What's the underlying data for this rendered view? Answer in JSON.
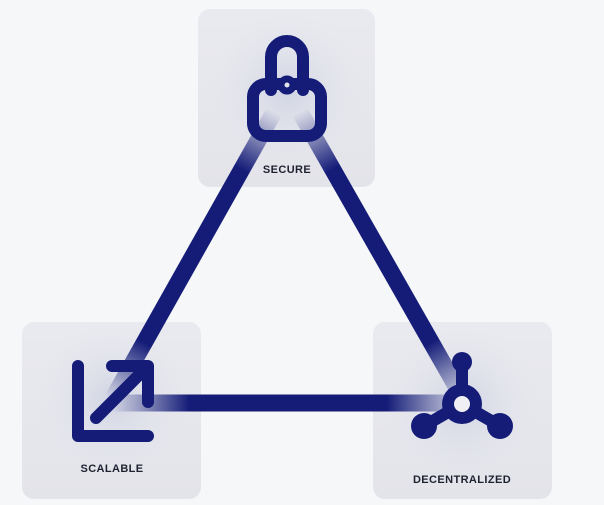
{
  "colors": {
    "background": "#f6f7f9",
    "edge": "#141c78",
    "icon": "#141c78",
    "card": "#e7e8ee",
    "label": "#1e2230"
  },
  "nodes": [
    {
      "id": "secure",
      "label": "SECURE",
      "icon": "lock-icon"
    },
    {
      "id": "scalable",
      "label": "SCALABLE",
      "icon": "scale-arrow-icon"
    },
    {
      "id": "decentralized",
      "label": "DECENTRALIZED",
      "icon": "network-hub-icon"
    }
  ],
  "edges": [
    {
      "from": "secure",
      "to": "scalable"
    },
    {
      "from": "secure",
      "to": "decentralized"
    },
    {
      "from": "scalable",
      "to": "decentralized"
    }
  ]
}
